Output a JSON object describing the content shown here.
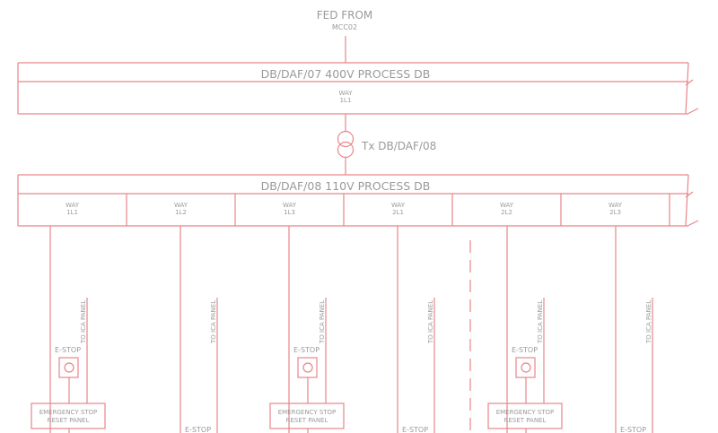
{
  "feed": {
    "line1": "FED FROM",
    "line2": "MCC02"
  },
  "db1": {
    "title": "DB/DAF/07  400V PROCESS DB",
    "way": {
      "top": "WAY",
      "bottom": "1L1"
    }
  },
  "transformer": {
    "label": "Tx DB/DAF/08"
  },
  "db2": {
    "title": "DB/DAF/08  110V PROCESS DB",
    "ways": [
      {
        "top": "WAY",
        "bottom": "1L1"
      },
      {
        "top": "WAY",
        "bottom": "1L2"
      },
      {
        "top": "WAY",
        "bottom": "1L3"
      },
      {
        "top": "WAY",
        "bottom": "2L1"
      },
      {
        "top": "WAY",
        "bottom": "2L2"
      },
      {
        "top": "WAY",
        "bottom": "2L3"
      }
    ]
  },
  "circuits": [
    {
      "ica": "TO ICA PANEL",
      "estop": "E-STOP",
      "panel": {
        "line1": "EMERGENCY STOP",
        "line2": "RESET PANEL"
      }
    },
    {
      "ica": "TO ICA PANEL",
      "estop": "E-STOP"
    },
    {
      "ica": "TO ICA PANEL",
      "estop": "E-STOP",
      "panel": {
        "line1": "EMERGENCY STOP",
        "line2": "RESET PANEL"
      }
    },
    {
      "ica": "TO ICA PANEL",
      "estop": "E-STOP"
    },
    {
      "ica": "TO ICA PANEL",
      "estop": "E-STOP",
      "panel": {
        "line1": "EMERGENCY STOP",
        "line2": "RESET PANEL"
      }
    },
    {
      "ica": "TO ICA PANEL",
      "estop": "E-STOP"
    }
  ]
}
